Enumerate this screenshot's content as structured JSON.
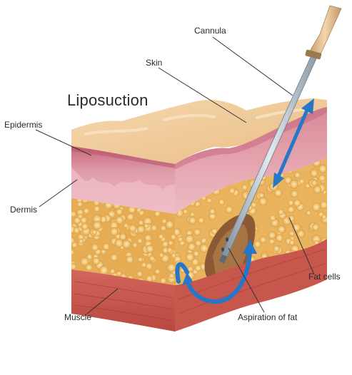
{
  "diagram": {
    "title": "Liposuction",
    "labels": {
      "cannula": "Cannula",
      "skin": "Skin",
      "epidermis": "Epidermis",
      "dermis": "Dermis",
      "fat_cells": "Fat cells",
      "muscle": "Muscle",
      "aspiration": "Aspiration of fat"
    },
    "colors": {
      "epidermis": "#f2cc9a",
      "dermis": "#dc9aa5",
      "fat": "#e9b45d",
      "fat_cell": "#f6d38d",
      "muscle": "#c7564c",
      "arrow": "#2677c8",
      "cannula": "#a9b7c3"
    }
  }
}
